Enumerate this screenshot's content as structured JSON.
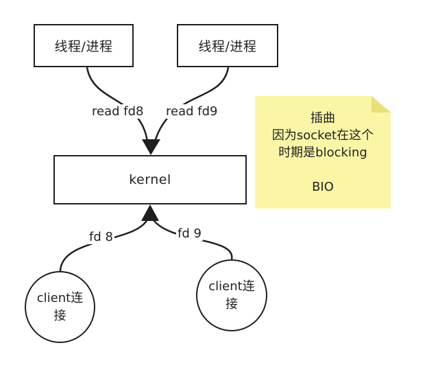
{
  "processes": {
    "left": "线程/进程",
    "right": "线程/进程"
  },
  "kernel": {
    "label": "kernel"
  },
  "edges": {
    "read_fd8": "read fd8",
    "read_fd9": "read fd9",
    "fd8": "fd 8",
    "fd9": "fd 9"
  },
  "clients": {
    "left": "client连接",
    "right": "client连接"
  },
  "note": {
    "line1": "插曲",
    "line2": "因为socket在这个",
    "line3": "时期是blocking",
    "line4": "BIO",
    "color": "#fbf6a6"
  }
}
